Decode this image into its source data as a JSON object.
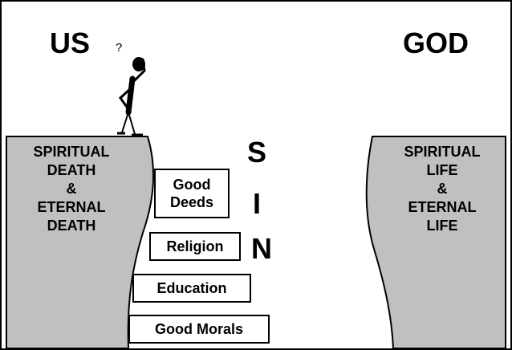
{
  "headings": {
    "left": "US",
    "right": "GOD"
  },
  "question_mark": "?",
  "left_cliff": {
    "lines": [
      "SPIRITUAL",
      "DEATH",
      "&",
      "ETERNAL",
      "DEATH"
    ]
  },
  "right_cliff": {
    "lines": [
      "SPIRITUAL",
      "LIFE",
      "&",
      "ETERNAL",
      "LIFE"
    ]
  },
  "gap_word": {
    "letters": [
      "S",
      "I",
      "N"
    ]
  },
  "steps": [
    {
      "lines": [
        "Good",
        "Deeds"
      ]
    },
    {
      "lines": [
        "Religion"
      ]
    },
    {
      "lines": [
        "Education"
      ]
    },
    {
      "lines": [
        "Good Morals"
      ]
    }
  ],
  "colors": {
    "cliff_fill": "#c0c0c0",
    "outline": "#000000",
    "background": "#ffffff",
    "text": "#000000"
  }
}
